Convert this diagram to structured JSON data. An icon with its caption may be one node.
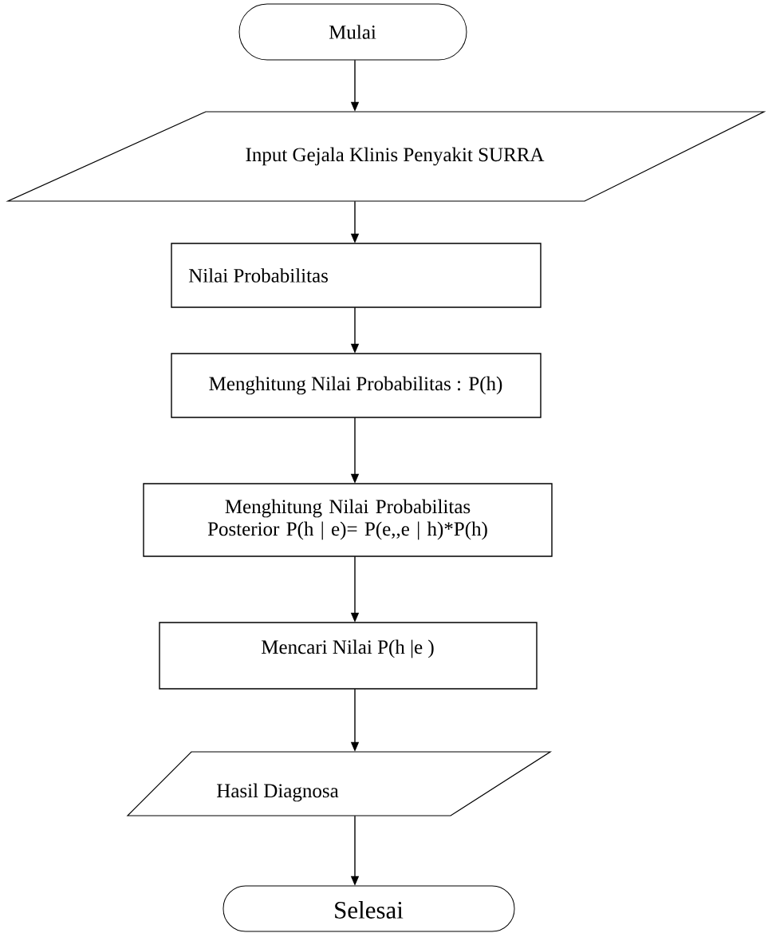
{
  "diagram": {
    "nodes": [
      {
        "text": [
          "Mulai"
        ]
      },
      {
        "text": [
          "Input Gejala Klinis Penyakit SURRA"
        ]
      },
      {
        "text": [
          "Nilai Probabilitas"
        ]
      },
      {
        "text": [
          "Menghitung Nilai Probabilitas : P(h)"
        ]
      },
      {
        "text": [
          "Menghitung Nilai Probabilitas Posterior P(h | e)= P(e,,e | h)*P(h)"
        ]
      },
      {
        "text": [
          "Mencari Nilai P(h |e )"
        ]
      },
      {
        "text": [
          "Hasil Diagnosa"
        ]
      },
      {
        "text": [
          "Selesai"
        ]
      }
    ],
    "edges": [
      {
        "from": 0,
        "to": 1,
        "arrow": "to"
      },
      {
        "from": 1,
        "to": 2,
        "arrow": "to"
      },
      {
        "from": 2,
        "to": 3,
        "arrow": "to"
      },
      {
        "from": 3,
        "to": 4,
        "arrow": "to"
      },
      {
        "from": 4,
        "to": 5,
        "arrow": "to"
      },
      {
        "from": 5,
        "to": 6,
        "arrow": "to"
      },
      {
        "from": 6,
        "to": 7,
        "arrow": "to"
      }
    ]
  }
}
